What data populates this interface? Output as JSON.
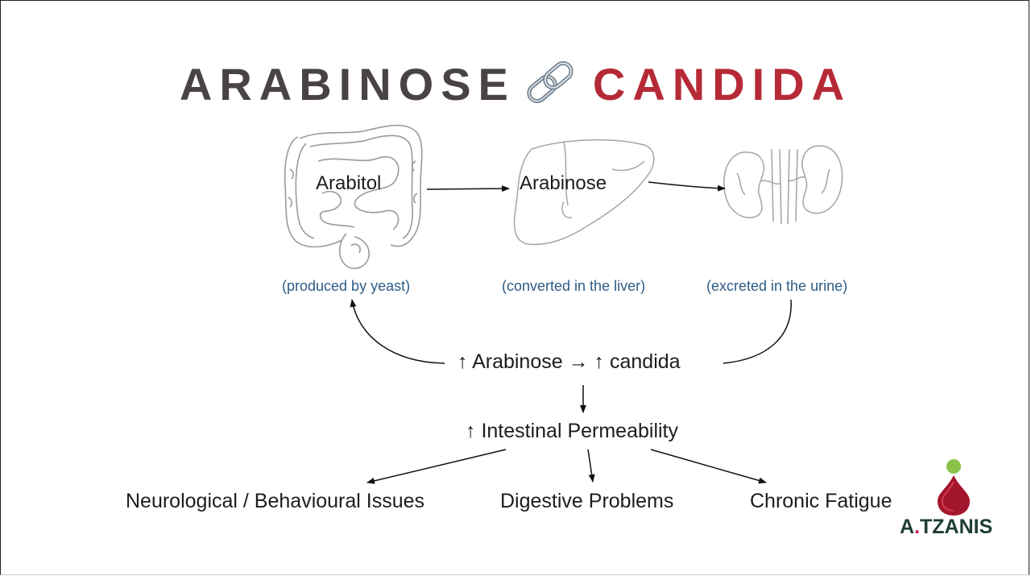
{
  "title": {
    "left": "ARABINOSE",
    "right": "CANDIDA",
    "link_icon": "chain-link-icon"
  },
  "organs": [
    {
      "icon": "intestine-icon",
      "label": "Arabitol",
      "caption": "(produced by yeast)"
    },
    {
      "icon": "liver-icon",
      "label": "Arabinose",
      "caption": "(converted in the liver)"
    },
    {
      "icon": "kidneys-icon",
      "label": "",
      "caption": "(excreted in the urine)"
    }
  ],
  "cycle": {
    "text": "↑ Arabinose → ↑ candida"
  },
  "permeability": {
    "text": "↑ Intestinal Permeability"
  },
  "outcomes": [
    "Neurological / Behavioural Issues",
    "Digestive Problems",
    "Chronic Fatigue"
  ],
  "logo": {
    "prefix": "A",
    "dot": ".",
    "suffix": "TZANIS",
    "icon": "drop-logo-icon"
  },
  "colors": {
    "title_dark": "#4a4343",
    "title_red": "#b52a36",
    "caption_blue": "#2f5b86"
  }
}
